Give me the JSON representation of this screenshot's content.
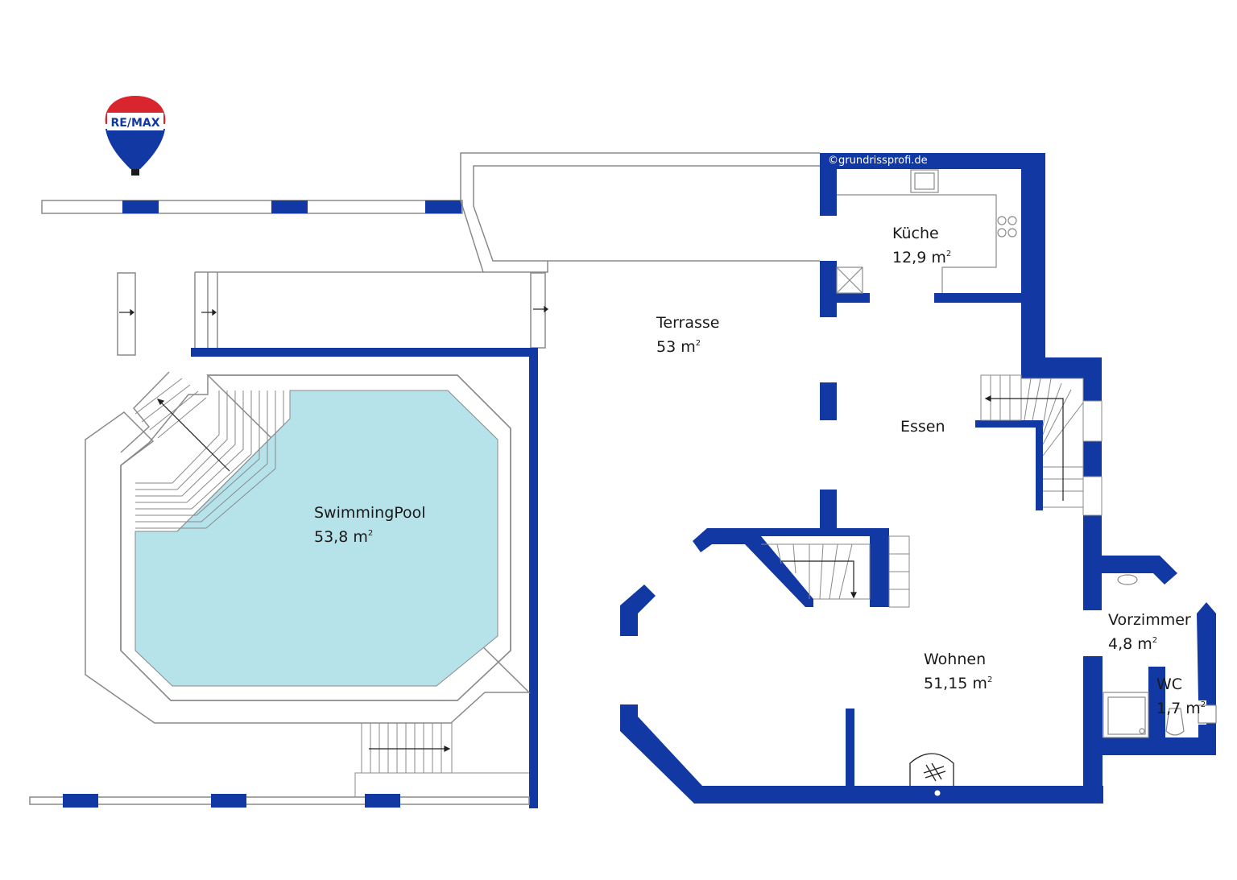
{
  "credit": "©grundrissprofi.de",
  "logo": {
    "name": "RE/MAX",
    "text": "RE/MAX"
  },
  "colors": {
    "wall": "#1238a3",
    "line": "#8a8a8a",
    "pool": "#b6e2ea",
    "text": "#1a1a1a"
  },
  "rooms": [
    {
      "name": "Küche",
      "area": "12,9 m",
      "unit_sup": "2"
    },
    {
      "name": "Terrasse",
      "area": "53 m",
      "unit_sup": "2"
    },
    {
      "name": "Essen",
      "area": "",
      "unit_sup": ""
    },
    {
      "name": "SwimmingPool",
      "area": "53,8 m",
      "unit_sup": "2"
    },
    {
      "name": "Vorzimmer",
      "area": "4,8 m",
      "unit_sup": "2"
    },
    {
      "name": "Wohnen",
      "area": "51,15 m",
      "unit_sup": "2"
    },
    {
      "name": "WC",
      "area": "1,7 m",
      "unit_sup": "2"
    }
  ]
}
